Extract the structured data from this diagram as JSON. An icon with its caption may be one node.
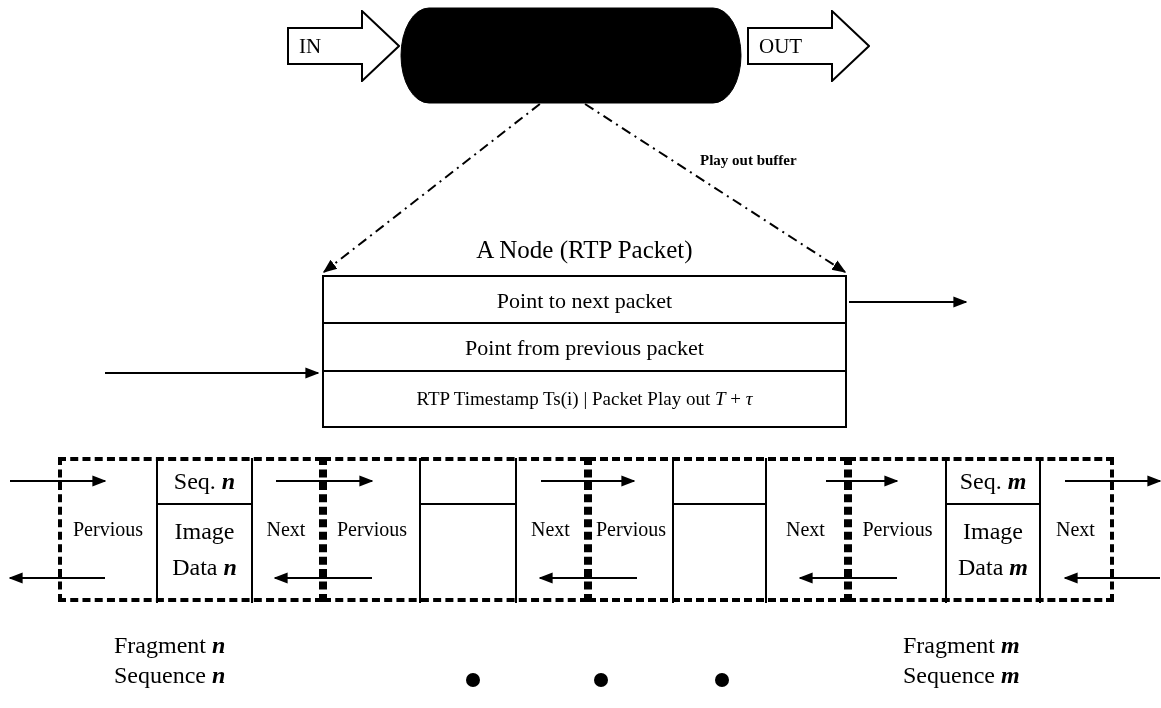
{
  "diagram": {
    "nodes": [
      {
        "text": [
          "IN"
        ]
      },
      {
        "text": [],
        "shape": "cylinder",
        "beside": [
          "Play out buffer"
        ]
      },
      {
        "text": [
          "OUT"
        ]
      },
      {
        "text": [
          "A Node (RTP Packet)"
        ]
      },
      {
        "text": [
          "Point to next packet"
        ],
        "in": 3
      },
      {
        "text": [
          "Point from previous packet"
        ],
        "in": 3
      },
      {
        "text": [
          "RTP Timestamp Ts(i) | Packet Play out *T* + *τ*"
        ],
        "in": 3
      },
      {
        "text": [
          "Pervious",
          "Next"
        ],
        "beside": [
          "Fragment **n** Sequence **n**"
        ]
      },
      {
        "text": [
          "Seq. **n**"
        ],
        "in": 7
      },
      {
        "text": [
          "Image Data **n**"
        ],
        "in": 7
      },
      {
        "text": [
          "Pervious",
          "Next"
        ]
      },
      {
        "text": [],
        "shape": "box",
        "in": 10
      },
      {
        "text": [],
        "shape": "box",
        "in": 10
      },
      {
        "text": [
          "Pervious",
          "Next"
        ]
      },
      {
        "text": [],
        "shape": "box",
        "in": 13
      },
      {
        "text": [],
        "shape": "box",
        "in": 13
      },
      {
        "text": [
          "Pervious",
          "Next"
        ],
        "beside": [
          "Fragment **m** Sequence **m**"
        ]
      },
      {
        "text": [
          "Seq. **m**"
        ],
        "in": 16
      },
      {
        "text": [
          "Image Data **m**"
        ],
        "in": 16
      }
    ],
    "edges": [
      {
        "from": 1,
        "to": 3,
        "arrow": "to",
        "style": "dashed"
      },
      {
        "from": 1,
        "to": 3,
        "arrow": "to",
        "style": "dashed"
      },
      {
        "from": null,
        "to": 5,
        "arrow": "to"
      },
      {
        "from": 4,
        "to": null,
        "arrow": "to"
      },
      {
        "from": null,
        "to": 7,
        "arrow": "to"
      },
      {
        "from": 7,
        "to": 10,
        "arrow": "to"
      },
      {
        "from": 10,
        "to": 13,
        "arrow": "to"
      },
      {
        "from": 13,
        "to": 16,
        "arrow": "to"
      },
      {
        "from": 16,
        "to": null,
        "arrow": "to"
      },
      {
        "from": 7,
        "to": null,
        "arrow": "to"
      },
      {
        "from": 10,
        "to": 7,
        "arrow": "to"
      },
      {
        "from": 13,
        "to": 10,
        "arrow": "to"
      },
      {
        "from": 16,
        "to": 13,
        "arrow": "to"
      },
      {
        "from": null,
        "to": 16,
        "arrow": "to"
      }
    ]
  }
}
